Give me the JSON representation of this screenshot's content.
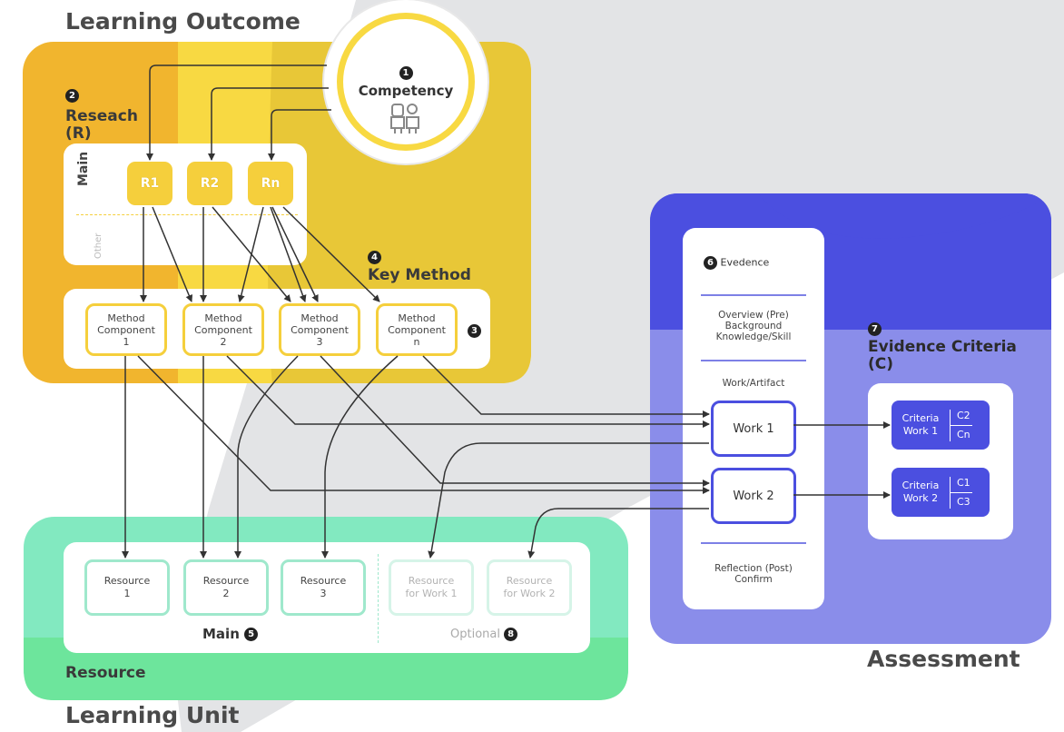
{
  "sections": {
    "learning_outcome": "Learning Outcome",
    "learning_unit": "Learning Unit",
    "assessment": "Assessment"
  },
  "competency": {
    "badge": "1",
    "label": "Competency"
  },
  "research": {
    "badge": "2",
    "label": "Reseach\n(R)",
    "main_label": "Main",
    "other_label": "Other",
    "items": [
      "R1",
      "R2",
      "Rn"
    ]
  },
  "key_method": {
    "badge": "4",
    "label": "Key Method",
    "component_badge": "3",
    "components": [
      "Method\nComponent\n1",
      "Method\nComponent\n2",
      "Method\nComponent\n3",
      "Method\nComponent\nn"
    ]
  },
  "resource": {
    "panel_label": "Resource",
    "main_label": "Main",
    "main_badge": "5",
    "optional_label": "Optional",
    "optional_badge": "8",
    "main_items": [
      "Resource\n1",
      "Resource\n2",
      "Resource\n3"
    ],
    "optional_items": [
      "Resource\nfor Work 1",
      "Resource\nfor Work 2"
    ]
  },
  "evidence": {
    "badge": "6",
    "label": "Evedence",
    "overview": "Overview (Pre)\nBackground\nKnowledge/Skill",
    "work_artifact": "Work/Artifact",
    "works": [
      "Work 1",
      "Work 2"
    ],
    "reflection": "Reflection (Post)\nConfirm"
  },
  "evidence_criteria": {
    "badge": "7",
    "label": "Evidence Criteria\n(C)",
    "items": [
      {
        "left": "Criteria\nWork 1",
        "top": "C2",
        "bottom": "Cn"
      },
      {
        "left": "Criteria\nWork 2",
        "top": "C1",
        "bottom": "C3"
      }
    ]
  },
  "colors": {
    "yellow": "#f5cf3c",
    "orange": "#f1b52e",
    "green": "#7ee9bd",
    "blue": "#4b4fe0",
    "coral": "#ec6f63",
    "gray": "#e3e4e6"
  }
}
